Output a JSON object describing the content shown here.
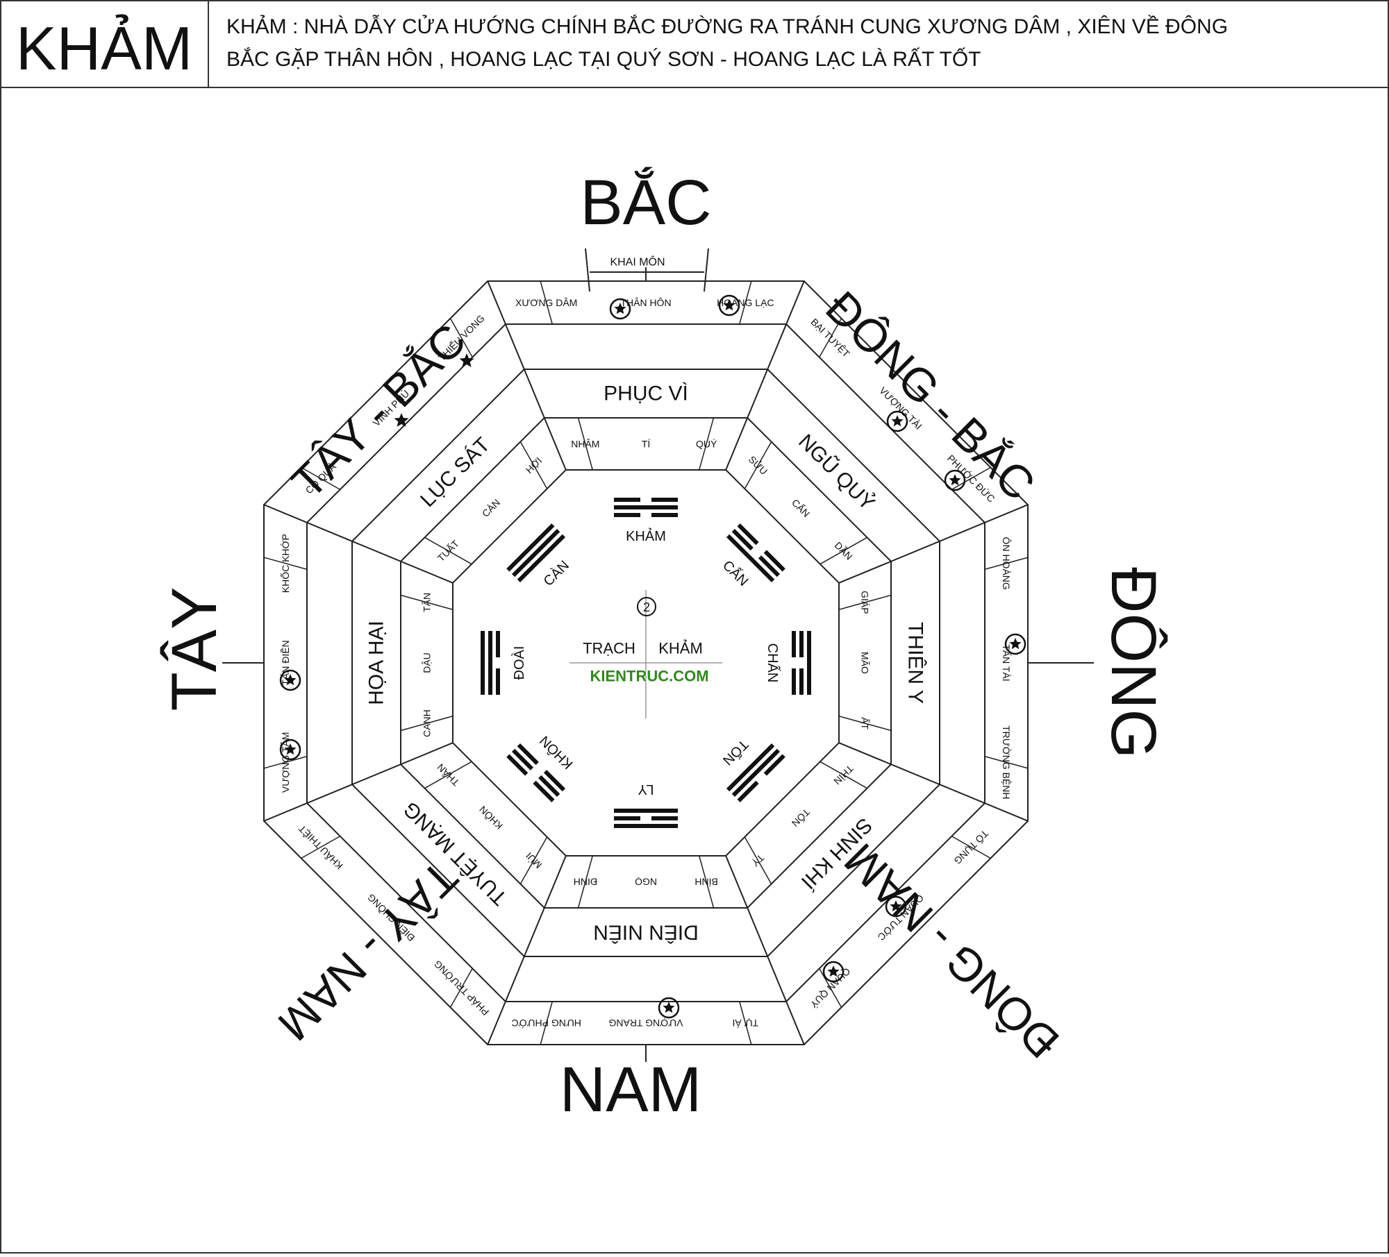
{
  "header": {
    "title": "KHẢM",
    "line1": "KHẢM  : NHÀ DẪY CỬA HƯỚNG CHÍNH BẮC ĐƯỜNG RA TRÁNH CUNG XƯƠNG DÂM , XIÊN VỀ ĐÔNG",
    "line2": "BẮC GẶP THÂN HÔN , HOANG LẠC TẠI QUÝ SƠN - HOANG LẠC LÀ RẤT TỐT"
  },
  "directions": {
    "n": "BẮC",
    "ne": "ĐÔNG - BẮC",
    "e": "ĐÔNG",
    "se": "ĐÔNG - NAM",
    "s": "NAM",
    "sw": "TÂY - NAM",
    "w": "TÂY",
    "nw": "TÂY - BẮC"
  },
  "khai_mon": "KHAI MÔN",
  "ring3": {
    "n": [
      "XƯƠNG DÂM",
      "THÂN HÔN",
      "HOANG LẠC"
    ],
    "ne": [
      "BẠI TUYỆT",
      "VƯỢNG TÀI",
      "PHƯỚC ĐỨC"
    ],
    "e": [
      "ÔN HOÀNG",
      "TẤN TÀI",
      "TRƯỜNG BỆNH"
    ],
    "se": [
      "TỐ TỤNG",
      "QUAN TƯỚC",
      "QUAN QUÝ"
    ],
    "s": [
      "TỰ ÁI",
      "VƯỢNG TRANG",
      "HƯNG PHƯỚC"
    ],
    "sw": [
      "PHÁP TRƯỜNG",
      "ĐIÊN CUỒNG",
      "KHẨU THIỆT"
    ],
    "w": [
      "VƯỢNG TẦM",
      "TẤN ĐIỀN",
      "KHỐC KHỚP"
    ],
    "nw": [
      "CÔ QUẢ",
      "VINH PHÚ",
      "THIẾU VONG"
    ]
  },
  "ring2": {
    "n": "PHỤC VÌ",
    "ne": "NGŨ QUỶ",
    "e": "THIÊN Y",
    "se": "SINH KHÍ",
    "s": "DIÊN NIÊN",
    "sw": "TUYỆT MẠNG",
    "w": "HỌA HẠI",
    "nw": "LỤC SÁT"
  },
  "ring1": {
    "n": [
      "NHÂM",
      "TÍ",
      "QUÝ"
    ],
    "ne": [
      "SỬU",
      "CẤN",
      "DẦN"
    ],
    "e": [
      "GIÁP",
      "MÃO",
      "ẤT"
    ],
    "se": [
      "THÌN",
      "TỐN",
      "TỴ"
    ],
    "s": [
      "BÍNH",
      "NGỌ",
      "ĐINH"
    ],
    "sw": [
      "MÙI",
      "KHÔN",
      "THÂN"
    ],
    "w": [
      "CANH",
      "DẬU",
      "TÂN"
    ],
    "nw": [
      "TUẤT",
      "CÀN",
      "HỢI"
    ]
  },
  "trigrams": {
    "n": {
      "name": "KHẢM",
      "lines": [
        0,
        1,
        0
      ]
    },
    "ne": {
      "name": "CẤN",
      "lines": [
        1,
        0,
        0
      ]
    },
    "e": {
      "name": "CHẤN",
      "lines": [
        0,
        0,
        1
      ]
    },
    "se": {
      "name": "TỐN",
      "lines": [
        1,
        1,
        0
      ]
    },
    "s": {
      "name": "LY",
      "lines": [
        1,
        0,
        1
      ]
    },
    "sw": {
      "name": "KHÔN",
      "lines": [
        0,
        0,
        0
      ]
    },
    "w": {
      "name": "ĐOÀI",
      "lines": [
        0,
        1,
        1
      ]
    },
    "nw": {
      "name": "CÀN",
      "lines": [
        1,
        1,
        1
      ]
    }
  },
  "center": {
    "left": "TRẠCH",
    "right": "KHẢM",
    "number": "2",
    "watermark": "KIENTRUC.COM"
  },
  "icons": {
    "star_circle": "star-in-circle-icon",
    "star": "star-icon"
  }
}
